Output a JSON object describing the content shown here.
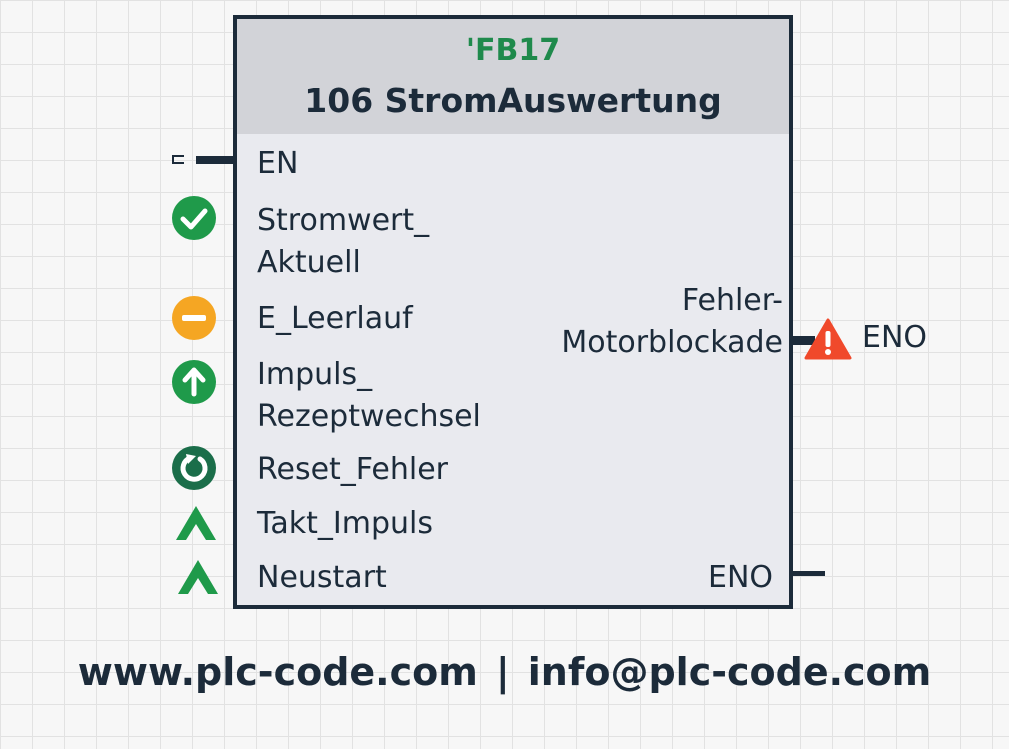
{
  "block": {
    "number": "'FB17",
    "name": "106 StromAuswertung"
  },
  "inputs": [
    {
      "label": "EN",
      "icon": "input-stub-icon"
    },
    {
      "label": "Stromwert_",
      "label2": "Aktuell",
      "icon": "checkmark-circle-icon",
      "color": "#1f9a4a"
    },
    {
      "label": "E_Leerlauf",
      "icon": "minus-circle-icon",
      "color": "#f5a623"
    },
    {
      "label": "Impuls_",
      "label2": "Rezeptwechsel",
      "icon": "arrow-up-circle-icon",
      "color": "#1f9a4a"
    },
    {
      "label": "Reset_Fehler",
      "icon": "reset-circle-icon",
      "color": "#1b6e4a"
    },
    {
      "label": "Takt_Impuls",
      "icon": "rising-edge-triangle-icon",
      "color": "#1f9a4a"
    },
    {
      "label": "Neustart",
      "icon": "rising-edge-triangle-icon",
      "color": "#1f9a4a"
    }
  ],
  "outputs": [
    {
      "label": "Fehler-",
      "label2": "Motorblockade",
      "icon": "warning-triangle-icon",
      "color": "#f0492b",
      "external_label": "ENO"
    },
    {
      "label": "ENO"
    }
  ],
  "footer": {
    "website": "www.plc-code.com",
    "separator": "|",
    "email": "info@plc-code.com"
  }
}
